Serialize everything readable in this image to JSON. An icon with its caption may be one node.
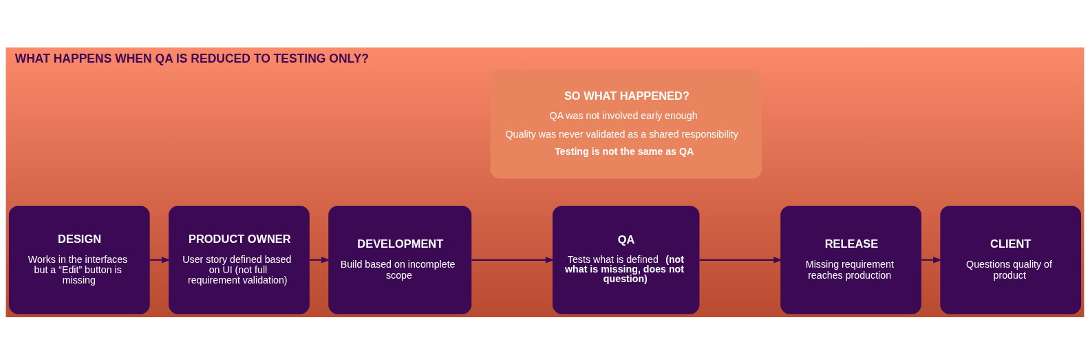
{
  "diagram": {
    "title": "WHAT HAPPENS WHEN QA IS REDUCED TO TESTING ONLY?",
    "nodes": [
      {
        "text": [
          "DESIGN",
          "Works in the interfaces but a “Edit” button is missing"
        ]
      },
      {
        "text": [
          "PRODUCT OWNER",
          "User story defined based on UI (not full requirement validation)"
        ]
      },
      {
        "text": [
          "DEVELOPMENT",
          "Build based on incomplete scope"
        ]
      },
      {
        "text": [
          "QA",
          "Tests what is defined **(not what is missing, does not question)**"
        ]
      },
      {
        "text": [
          "RELEASE",
          "Missing requirement reaches production"
        ]
      },
      {
        "text": [
          "CLIENT",
          "Questions quality of product"
        ]
      },
      {
        "text": [
          "SO WHAT HAPPENED?",
          "QA was not involved early enough",
          "Quality was never validated as a shared responsibility",
          "**Testing is not the same as QA**"
        ]
      }
    ],
    "edges": [
      {
        "from": 0,
        "to": 1,
        "arrow": "to"
      },
      {
        "from": 1,
        "to": 2,
        "arrow": "to"
      },
      {
        "from": 2,
        "to": 3,
        "arrow": "to"
      },
      {
        "from": 3,
        "to": 4,
        "arrow": "to"
      },
      {
        "from": 4,
        "to": 5,
        "arrow": "to"
      }
    ]
  }
}
